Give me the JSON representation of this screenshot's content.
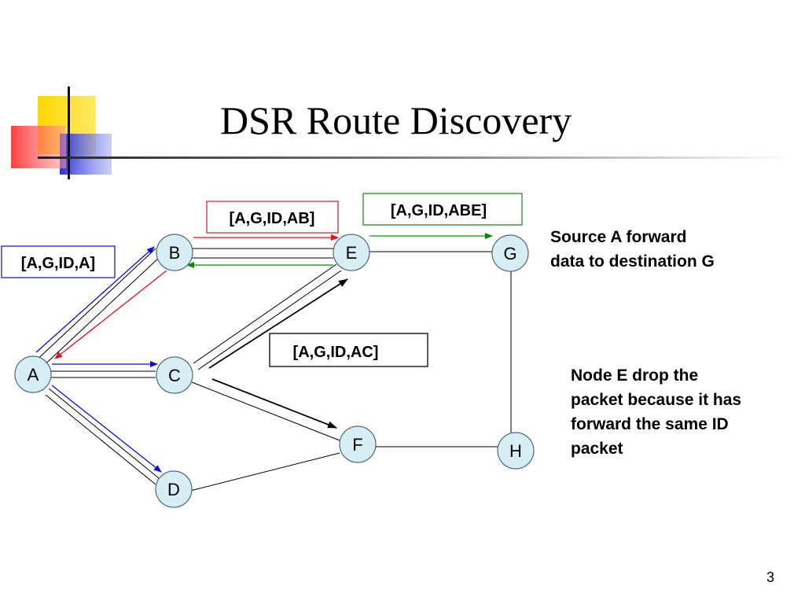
{
  "slide": {
    "title": "DSR Route Discovery",
    "page_number": "3"
  },
  "nodes": [
    {
      "id": "A",
      "label": "A"
    },
    {
      "id": "B",
      "label": "B"
    },
    {
      "id": "C",
      "label": "C"
    },
    {
      "id": "D",
      "label": "D"
    },
    {
      "id": "E",
      "label": "E"
    },
    {
      "id": "F",
      "label": "F"
    },
    {
      "id": "G",
      "label": "G"
    },
    {
      "id": "H",
      "label": "H"
    }
  ],
  "links": [
    {
      "from": "A",
      "to": "B"
    },
    {
      "from": "A",
      "to": "C"
    },
    {
      "from": "A",
      "to": "D"
    },
    {
      "from": "B",
      "to": "E"
    },
    {
      "from": "C",
      "to": "E"
    },
    {
      "from": "C",
      "to": "F"
    },
    {
      "from": "D",
      "to": "F"
    },
    {
      "from": "E",
      "to": "G"
    },
    {
      "from": "F",
      "to": "H"
    },
    {
      "from": "G",
      "to": "H"
    }
  ],
  "packets": [
    {
      "text": "[A,G,ID,A]",
      "border_color": "#1f1fa8"
    },
    {
      "text": "[A,G,ID,AB]",
      "border_color": "#d03030"
    },
    {
      "text": "[A,G,ID,ABE]",
      "border_color": "#2a8a2a"
    },
    {
      "text": "[A,G,ID,AC]",
      "border_color": "#000000"
    }
  ],
  "arrow_colors": {
    "blue": "#0a0ae0",
    "red": "#e01010",
    "green": "#0a8a0a",
    "black": "#000000"
  },
  "notes": {
    "forward_line1": "Source A forward",
    "forward_line2": "data to destination G",
    "drop_line1": "Node E drop the",
    "drop_line2": "packet because it has",
    "drop_line3": "forward the same ID",
    "drop_line4": "packet"
  },
  "colors": {
    "node_fill": "#d8eef5",
    "node_stroke": "#4a6a7a",
    "decor_yellow": "#ffd800",
    "decor_red": "#ff3a3a",
    "decor_blue": "#2a32d8"
  }
}
